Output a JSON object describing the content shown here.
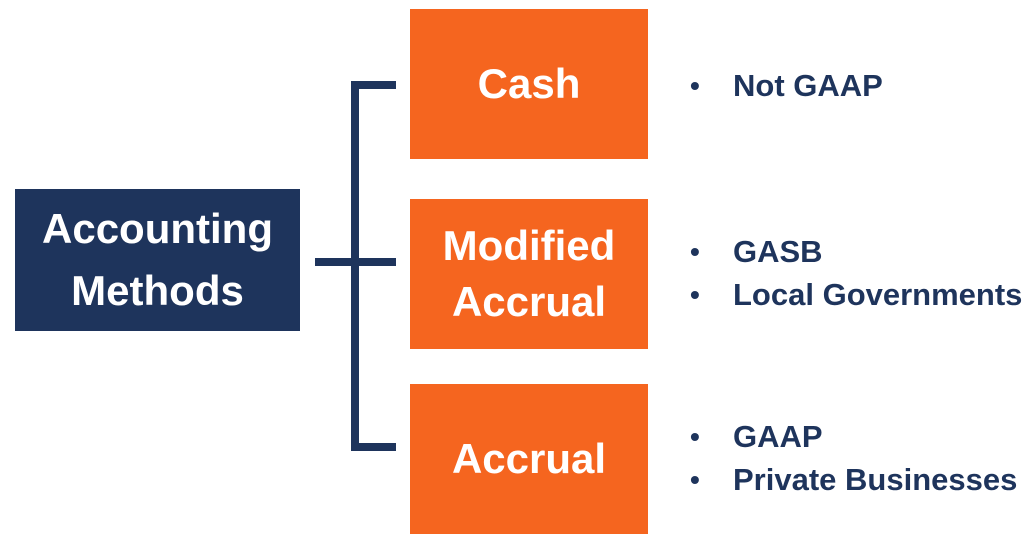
{
  "diagram": {
    "root_label": "Accounting Methods",
    "bullet_glyph": "•",
    "colors": {
      "navy": "#1E345C",
      "orange": "#F5651F",
      "box_text": "#FFFFFF",
      "background": "#FFFFFF"
    },
    "branches": [
      {
        "label": "Cash",
        "bullets": [
          "Not GAAP"
        ]
      },
      {
        "label": "Modified Accrual",
        "bullets": [
          "GASB",
          "Local Governments"
        ]
      },
      {
        "label": "Accrual",
        "bullets": [
          "GAAP",
          "Private Businesses"
        ]
      }
    ]
  }
}
